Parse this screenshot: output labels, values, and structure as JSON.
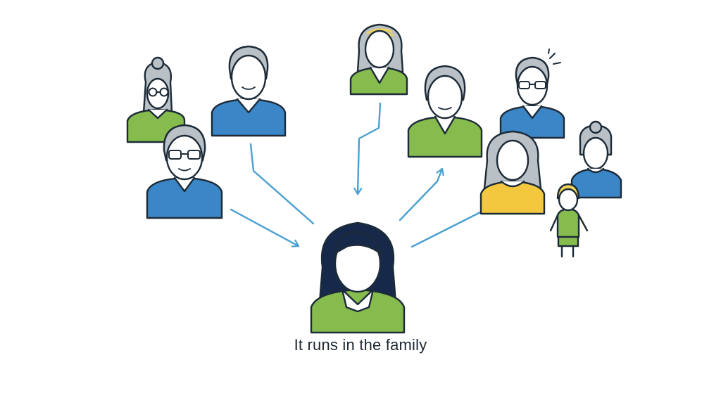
{
  "caption": "It runs in the family",
  "colors": {
    "blue": "#3a86c6",
    "green": "#86bb4e",
    "yellow": "#f3c83e",
    "hair_gray": "#b9c0c6",
    "hair_dark": "#17294a",
    "hair_blonde": "#f0d35a",
    "outline": "#1d2b38",
    "arrow": "#4a9fd1",
    "skin": "#ffffff"
  },
  "figures": [
    {
      "id": "grandmother-glasses-gray-bun",
      "shirt": "green",
      "hair": "gray bun",
      "glasses": true
    },
    {
      "id": "grandfather-blue-collar",
      "shirt": "blue",
      "hair": "gray",
      "glasses": false
    },
    {
      "id": "grandmother-blue-glasses",
      "shirt": "blue",
      "hair": "gray",
      "glasses": true
    },
    {
      "id": "woman-green-gray-hair",
      "shirt": "green",
      "hair": "gray with blonde streak",
      "glasses": false
    },
    {
      "id": "man-green-gray-hair",
      "shirt": "green",
      "hair": "gray",
      "glasses": false
    },
    {
      "id": "grandfather-blue-glasses",
      "shirt": "blue",
      "hair": "gray",
      "glasses": true
    },
    {
      "id": "woman-yellow",
      "shirt": "yellow",
      "hair": "gray",
      "glasses": false
    },
    {
      "id": "woman-blue-bun",
      "shirt": "blue",
      "hair": "gray bun",
      "glasses": false
    },
    {
      "id": "child-green",
      "shirt": "green",
      "hair": "blonde",
      "glasses": false
    },
    {
      "id": "central-woman",
      "shirt": "green",
      "hair": "dark",
      "glasses": false
    }
  ]
}
